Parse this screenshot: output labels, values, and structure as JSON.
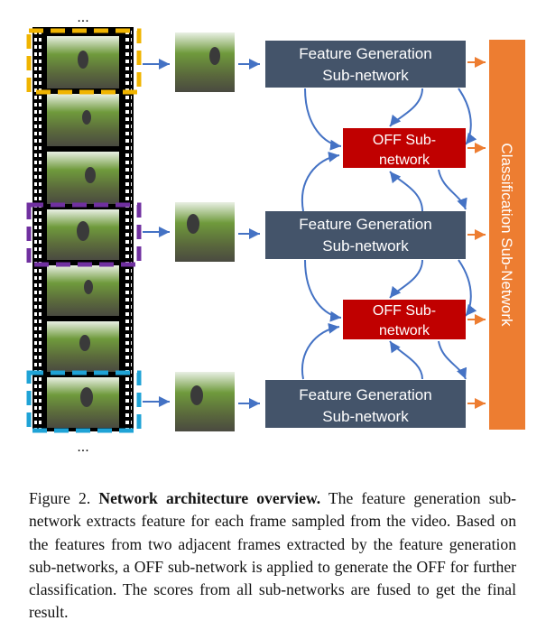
{
  "figure": {
    "ellipsis_top": "...",
    "ellipsis_bottom": "...",
    "feature_gen_lines": [
      "Feature Generation",
      "Sub-network"
    ],
    "off_lines": [
      "OFF Sub-",
      "network"
    ],
    "classification_label": "Classification Sub-Network",
    "colors": {
      "feature_box": "#44546a",
      "off_box": "#c00000",
      "classification_box": "#ed7d31",
      "arrow_blue": "#4472c4",
      "arrow_orange": "#ed7d31",
      "frame_yellow": "#f0b400",
      "frame_purple": "#7030a0",
      "frame_cyan": "#1fa3d6"
    }
  },
  "caption": {
    "prefix": "Figure 2.",
    "title": "Network architecture overview.",
    "body": "The feature generation sub-network extracts feature for each frame sampled from the video. Based on the features from two adjacent frames extracted by the feature generation sub-networks, a OFF sub-network is applied to generate the OFF for further classification. The scores from all sub-networks are fused to get the final result."
  }
}
